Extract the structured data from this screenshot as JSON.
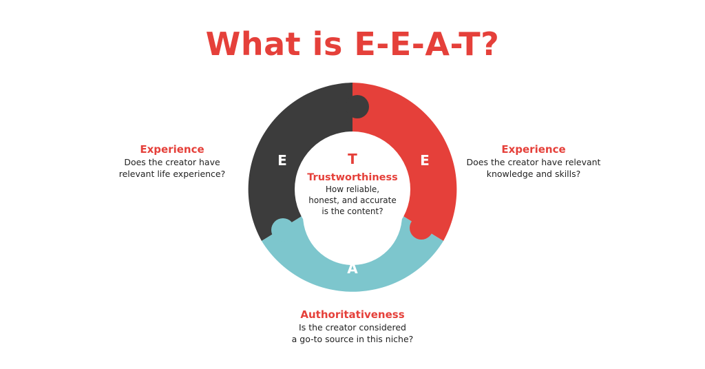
{
  "title": "What is E-E-A-T?",
  "colors": {
    "accent_red": "#E5403A",
    "dark_gray": "#3C3C3C",
    "teal": "#7DC6CD",
    "text": "#1F1F1F"
  },
  "segments": {
    "top_letter": "T",
    "left_letter": "E",
    "right_letter": "E",
    "bottom_letter": "A"
  },
  "center": {
    "heading": "Trustworthiness",
    "lines": [
      "How reliable,",
      "honest, and accurate",
      "is the content?"
    ]
  },
  "left": {
    "heading": "Experience",
    "lines": [
      "Does the creator have",
      "relevant life experience?"
    ]
  },
  "right": {
    "heading": "Experience",
    "lines": [
      "Does the creator have relevant",
      "knowledge and skills?"
    ]
  },
  "bottom": {
    "heading": "Authoritativeness",
    "lines": [
      "Is the creator considered",
      "a go-to source in this niche?"
    ]
  }
}
